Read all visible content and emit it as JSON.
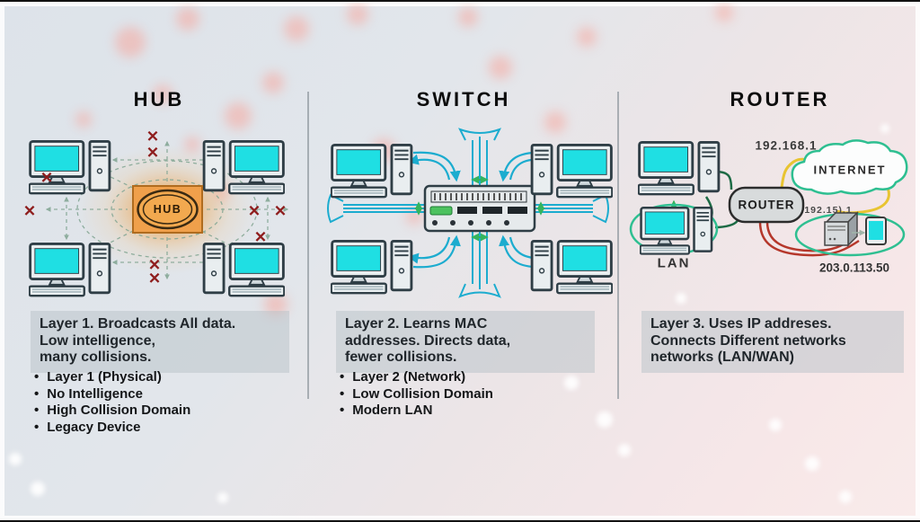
{
  "columns": [
    {
      "id": "hub",
      "title": "HUB",
      "device_label": "HUB",
      "summary_lines": [
        "Layer 1. Broadcasts All data.",
        "Low intelligence,",
        "many collisions."
      ],
      "bullets": [
        "Layer 1 (Physical)",
        "No Intelligence",
        "High Collision Domain",
        "Legacy Device"
      ]
    },
    {
      "id": "switch",
      "title": "SWITCH",
      "summary_lines": [
        "Layer 2. Learns MAC",
        "addresses. Directs data,",
        "fewer collisions."
      ],
      "bullets": [
        "Layer 2 (Network)",
        "Low Collision Domain",
        "Modern LAN"
      ]
    },
    {
      "id": "router",
      "title": "ROUTER",
      "device_label": "ROUTER",
      "labels": {
        "ip_top": "192.168.1",
        "internet": "INTERNET",
        "lan": "LAN",
        "ip_mid": "192.15).1",
        "ip_bottom": "203.0.113.50"
      },
      "summary_lines": [
        "Layer 3. Uses IP addreses.",
        "Connects Different networks",
        "networks (LAN/WAN)"
      ]
    }
  ],
  "marks": {
    "collision": "✕"
  },
  "colors": {
    "accent_cyan": "#1caccf",
    "screen_cyan": "#1fdfe3",
    "hub_orange": "#f0a04b",
    "collision_red": "#8e1d1d",
    "lan_teal": "#2ebf91",
    "wire_green": "#1d6b45",
    "wire_yellow": "#e8c431",
    "wire_red": "#b5372b"
  }
}
